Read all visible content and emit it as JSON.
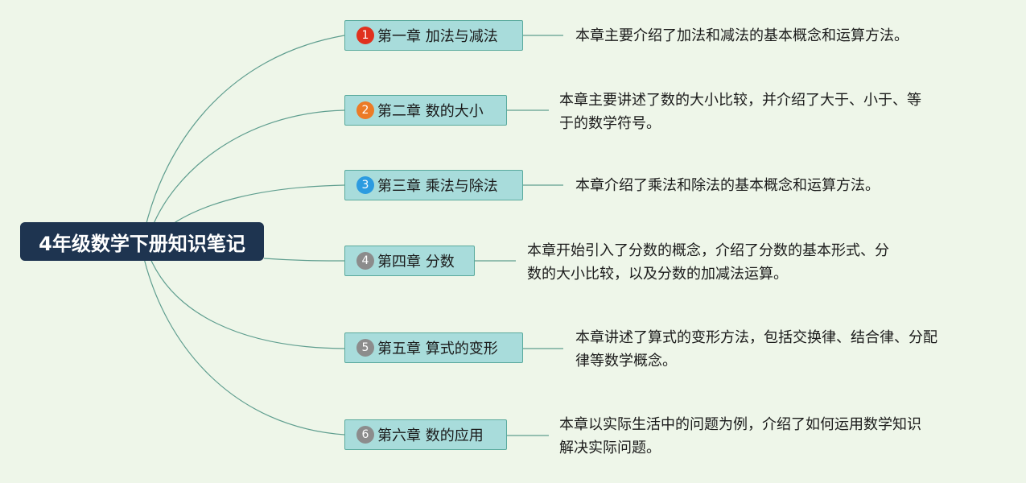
{
  "root": {
    "title": "4年级数学下册知识笔记"
  },
  "chapters": [
    {
      "number": "1",
      "badge_color": "#e0311e",
      "title": "第一章 加法与减法",
      "desc": [
        "本章主要介绍了加法和减法的基本概念和运算方法。"
      ]
    },
    {
      "number": "2",
      "badge_color": "#ec7b27",
      "title": "第二章 数的大小",
      "desc": [
        "本章主要讲述了数的大小比较，并介绍了大于、小于、等",
        "于的数学符号。"
      ]
    },
    {
      "number": "3",
      "badge_color": "#2c9be0",
      "title": "第三章 乘法与除法",
      "desc": [
        "本章介绍了乘法和除法的基本概念和运算方法。"
      ]
    },
    {
      "number": "4",
      "badge_color": "#8c8c8c",
      "title": "第四章 分数",
      "desc": [
        "本章开始引入了分数的概念，介绍了分数的基本形式、分",
        "数的大小比较，以及分数的加减法运算。"
      ]
    },
    {
      "number": "5",
      "badge_color": "#8c8c8c",
      "title": "第五章 算式的变形",
      "desc": [
        "本章讲述了算式的变形方法，包括交换律、结合律、分配",
        "律等数学概念。"
      ]
    },
    {
      "number": "6",
      "badge_color": "#8c8c8c",
      "title": "第六章 数的应用",
      "desc": [
        "本章以实际生活中的问题为例，介绍了如何运用数学知识",
        "解决实际问题。"
      ]
    }
  ],
  "colors": {
    "background": "#eef6e9",
    "root_fill": "#1e3450",
    "node_fill": "#a8dcdb",
    "node_border": "#5aaa9d",
    "connector": "#5f9e8f"
  }
}
